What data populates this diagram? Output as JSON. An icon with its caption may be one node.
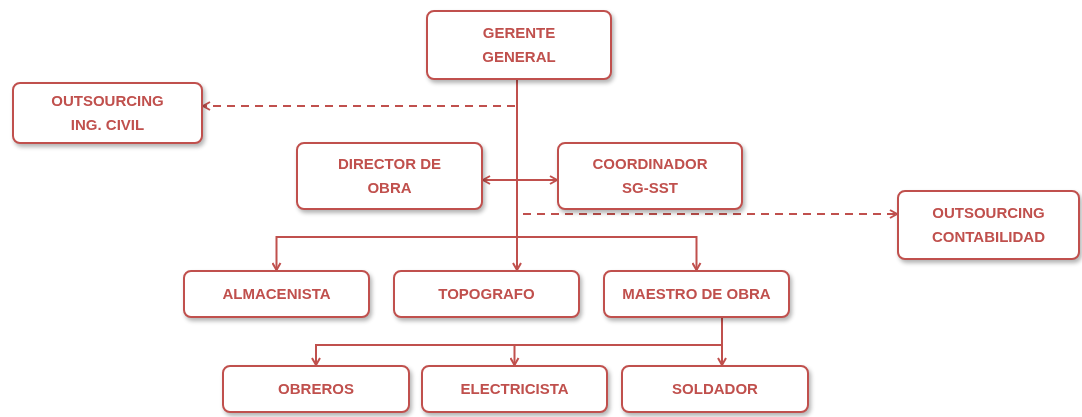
{
  "diagram": {
    "nodes": [
      {
        "text": [
          "GERENTE GENERAL"
        ]
      },
      {
        "text": [
          "OUTSOURCING ING. CIVIL"
        ]
      },
      {
        "text": [
          "DIRECTOR DE OBRA"
        ]
      },
      {
        "text": [
          "COORDINADOR SG-SST"
        ]
      },
      {
        "text": [
          "OUTSOURCING CONTABILIDAD"
        ]
      },
      {
        "text": [
          "ALMACENISTA"
        ]
      },
      {
        "text": [
          "TOPOGRAFO"
        ]
      },
      {
        "text": [
          "MAESTRO DE OBRA"
        ]
      },
      {
        "text": [
          "OBREROS"
        ]
      },
      {
        "text": [
          "ELECTRICISTA"
        ]
      },
      {
        "text": [
          "SOLDADOR"
        ]
      }
    ],
    "edges": [
      {
        "from": 0,
        "to": 1,
        "arrow": "to",
        "style": "dashed"
      },
      {
        "from": 0,
        "to": 4,
        "arrow": "to",
        "style": "dashed"
      },
      {
        "from": 2,
        "to": 3,
        "arrow": "both"
      },
      {
        "from": 0,
        "to": 5,
        "arrow": "to"
      },
      {
        "from": 0,
        "to": 6,
        "arrow": "to"
      },
      {
        "from": 0,
        "to": 7,
        "arrow": "to"
      },
      {
        "from": 7,
        "to": 8,
        "arrow": "to"
      },
      {
        "from": 7,
        "to": 9,
        "arrow": "to"
      },
      {
        "from": 7,
        "to": 10,
        "arrow": "to"
      }
    ]
  }
}
